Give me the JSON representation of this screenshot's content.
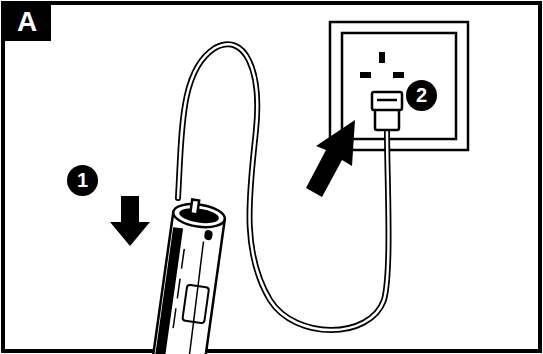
{
  "diagram": {
    "labels": [
      "A",
      "1",
      "2"
    ]
  }
}
